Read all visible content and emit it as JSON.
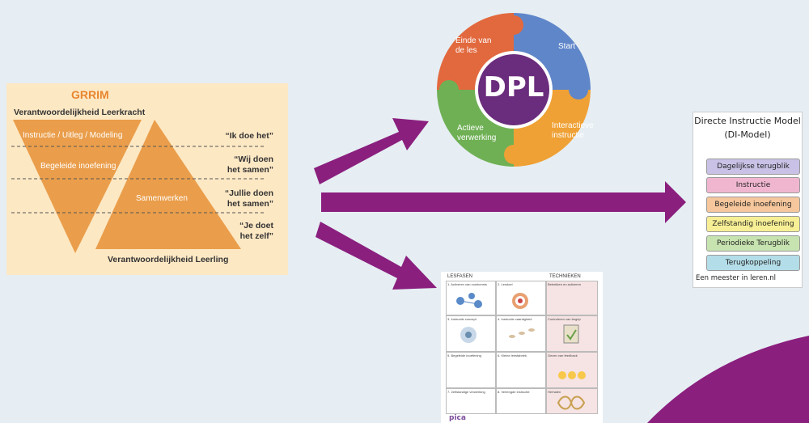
{
  "grrim": {
    "title": "GRRIM",
    "top_label": "Verantwoordelijkheid Leerkracht",
    "bottom_label": "Verantwoordelijkheid Leerling",
    "rows": [
      "Instructie / Uitleg / Modeling",
      "Begeleide inoefening",
      "Samenwerken"
    ],
    "quotes": [
      {
        "l1": "“Ik doe het”",
        "l2": ""
      },
      {
        "l1": "“Wij doen",
        "l2": "het samen”"
      },
      {
        "l1": "“Jullie doen",
        "l2": "het samen”"
      },
      {
        "l1": "“Je doet",
        "l2": "het zelf”"
      }
    ],
    "colors": {
      "background": "#fde8c4",
      "triangle": "#e8963e",
      "title": "#e8862f"
    }
  },
  "dpl": {
    "center": "DPL",
    "segments": [
      {
        "label_l1": "Einde van",
        "label_l2": "de les",
        "color": "#e2693e"
      },
      {
        "label_l1": "Start",
        "label_l2": "",
        "color": "#5f86c9"
      },
      {
        "label_l1": "Interactieve",
        "label_l2": "instructie",
        "color": "#efa135"
      },
      {
        "label_l1": "Actieve",
        "label_l2": "verwerking",
        "color": "#6fb055"
      }
    ],
    "center_color": "#6a2c7c"
  },
  "di_model": {
    "title_l1": "Directe Instructie Model",
    "title_l2": "(DI-Model)",
    "steps": [
      {
        "label": "Dagelijkse terugblik",
        "color": "#c9c2e6"
      },
      {
        "label": "Instructie",
        "color": "#f0b6d0"
      },
      {
        "label": "Begeleide inoefening",
        "color": "#f6c79c"
      },
      {
        "label": "Zelfstandig inoefening",
        "color": "#f7ef95"
      },
      {
        "label": "Periodieke Terugblik",
        "color": "#c7e4b0"
      },
      {
        "label": "Terugkoppeling",
        "color": "#b3dde8"
      }
    ],
    "footer": "Een meester in leren.nl"
  },
  "poster": {
    "header_left": "LESFASEN",
    "header_right": "TECHNIEKEN",
    "cells": [
      [
        "1. Activeren van voorkennis",
        "2. Lesdoel",
        "Betrekken en activeren"
      ],
      [
        "3. Instructie concept",
        "4. Instructie vaardigheid",
        "Controleren van begrip"
      ],
      [
        "5. Begeleide inoefening",
        "6. Kleine leesfabriek",
        "Geven van feedback"
      ],
      [
        "7. Zelfstandige verwerking",
        "8. Verlengde instructie",
        "Herhalen"
      ]
    ],
    "footer_brand": "pica"
  },
  "arrow_color": "#8a1f7e"
}
